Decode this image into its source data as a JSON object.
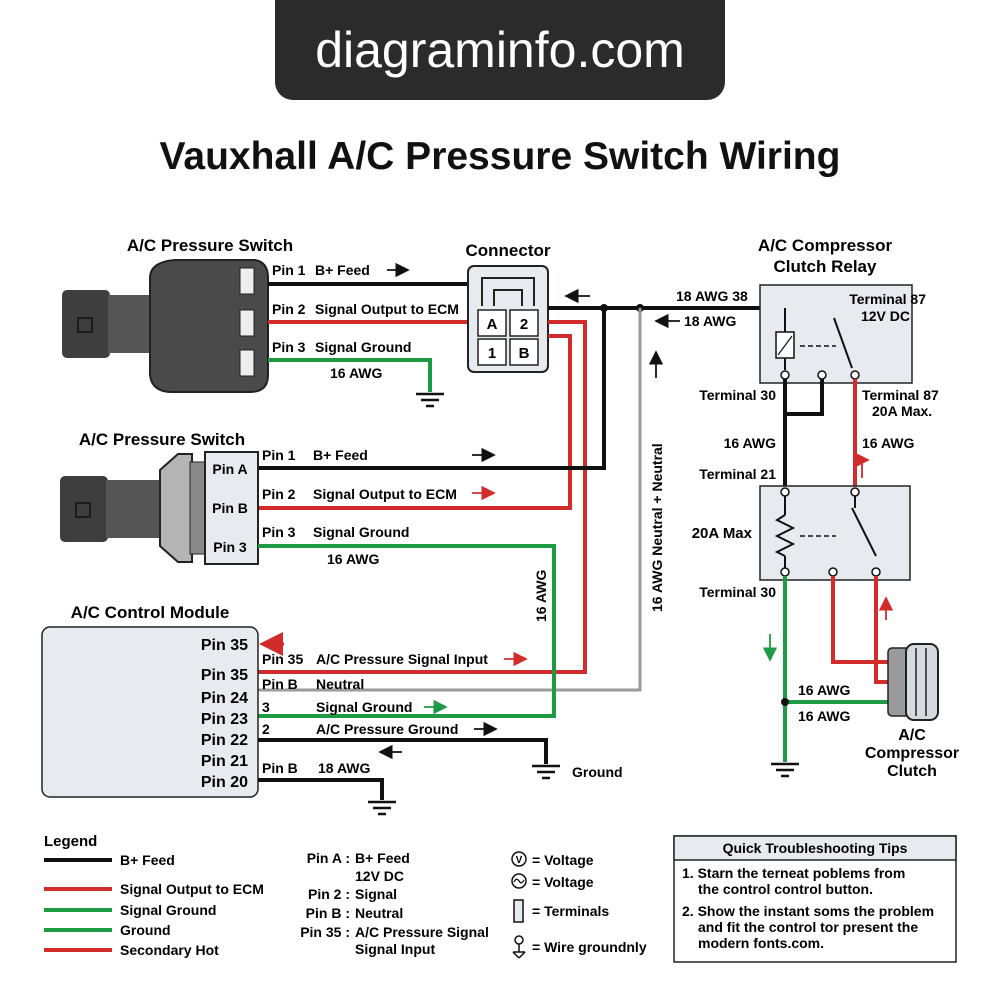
{
  "banner": "diagraminfo.com",
  "title": "Vauxhall A/C Pressure Switch Wiring",
  "switch1": {
    "title": "A/C Pressure Switch",
    "pin1": "Pin 1",
    "pin1_name": "B+ Feed",
    "pin2": "Pin 2",
    "pin2_name": "Signal Output to ECM",
    "pin3": "Pin 3",
    "pin3_name": "Signal Ground",
    "gauge": "16 AWG"
  },
  "connector": {
    "title": "Connector",
    "cells": [
      "A",
      "2",
      "1",
      "B"
    ]
  },
  "switch2": {
    "title": "A/C Pressure Switch",
    "pin_a": "Pin A",
    "pin_b": "Pin B",
    "pin_3": "Pin 3",
    "pin1": "Pin 1",
    "pin1_name": "B+ Feed",
    "pin2": "Pin 2",
    "pin2_name": "Signal Output to ECM",
    "pin3": "Pin 3",
    "pin3_name": "Signal Ground",
    "gauge": "16 AWG"
  },
  "relay": {
    "title1": "A/C Compressor",
    "title2": "Clutch Relay",
    "feed_gauge": "18 AWG 38",
    "feed_gauge2": "18 AWG",
    "t87_a": "Terminal 87",
    "t87_b": "12V DC",
    "t30_top": "Terminal 30",
    "t87_2a": "Terminal 87",
    "t87_2b": "20A Max.",
    "awg_left": "16 AWG",
    "awg_right": "16 AWG",
    "t21": "Terminal 21",
    "max": "20A Max",
    "t30_bottom": "Terminal 30",
    "clutch_awg1": "16 AWG",
    "clutch_awg2": "16 AWG"
  },
  "vertical": {
    "awg_neutral": "16 AWG Neutral + Neutral",
    "awg_16": "16 AWG"
  },
  "clutch": {
    "line1": "A/C",
    "line2": "Compressor",
    "line3": "Clutch"
  },
  "module": {
    "title": "A/C Control Module",
    "pins": [
      "Pin 35",
      "Pin 35",
      "Pin 24",
      "Pin 23",
      "Pin 22",
      "Pin 21",
      "Pin 20"
    ],
    "wires": [
      {
        "pin": "Pin 35",
        "name": "A/C Pressure Signal Input"
      },
      {
        "pin": "Pin B",
        "name": "Neutral"
      },
      {
        "pin": "3",
        "name": "Signal Ground"
      },
      {
        "pin": "2",
        "name": "A/C Pressure Ground"
      },
      {
        "pin": "Pin B",
        "name": "18 AWG"
      }
    ],
    "ground": "Ground"
  },
  "legend": {
    "title": "Legend",
    "items": [
      "B+ Feed",
      "Signal Output to ECM",
      "Signal Ground",
      "Ground",
      "Secondary Hot"
    ],
    "colors": [
      "#111111",
      "#d22b2b",
      "#1f9a44",
      "#1f9a44",
      "#d22b2b"
    ]
  },
  "pinkey": [
    {
      "pin": "Pin A :",
      "desc": "B+ Feed"
    },
    {
      "pin": "",
      "desc": "12V DC"
    },
    {
      "pin": "Pin 2 :",
      "desc": "Signal"
    },
    {
      "pin": "Pin B :",
      "desc": "Neutral"
    },
    {
      "pin": "Pin 35 :",
      "desc": "A/C Pressure Signal"
    },
    {
      "pin": "",
      "desc": "Signal Input"
    }
  ],
  "symbols": [
    {
      "icon": "voltage-v-icon",
      "label": "= Voltage"
    },
    {
      "icon": "voltage-ac-icon",
      "label": "= Voltage"
    },
    {
      "icon": "terminal-icon",
      "label": "= Terminals"
    },
    {
      "icon": "wire-ground-icon",
      "label": "= Wire groundnly"
    }
  ],
  "tips": {
    "title": "Quick Troubleshooting Tips",
    "items": [
      "1. Starn the terneat poblems from",
      "the control control button.",
      "2. Show the instant soms the problem",
      "and fit the control tor present the",
      "modern fonts.com."
    ]
  },
  "colors": {
    "black": "#111111",
    "red": "#d22b2b",
    "green": "#1f9a44",
    "gray": "#9a9a9a",
    "box": "#e7ebf0"
  }
}
